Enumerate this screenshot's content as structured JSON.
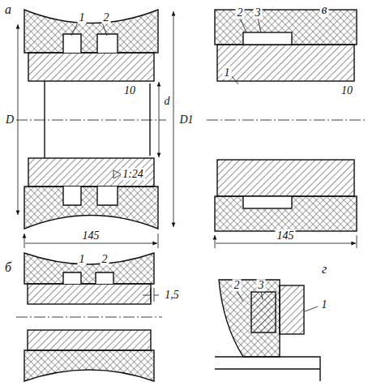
{
  "diagram": {
    "labels": [
      "а",
      "1",
      "2",
      "D",
      "10",
      "d",
      "D1",
      "1:24",
      "145",
      "в",
      "2",
      "3",
      "1",
      "10",
      "145",
      "б",
      "1",
      "2",
      "1,5",
      "г",
      "2",
      "3",
      "1"
    ]
  }
}
